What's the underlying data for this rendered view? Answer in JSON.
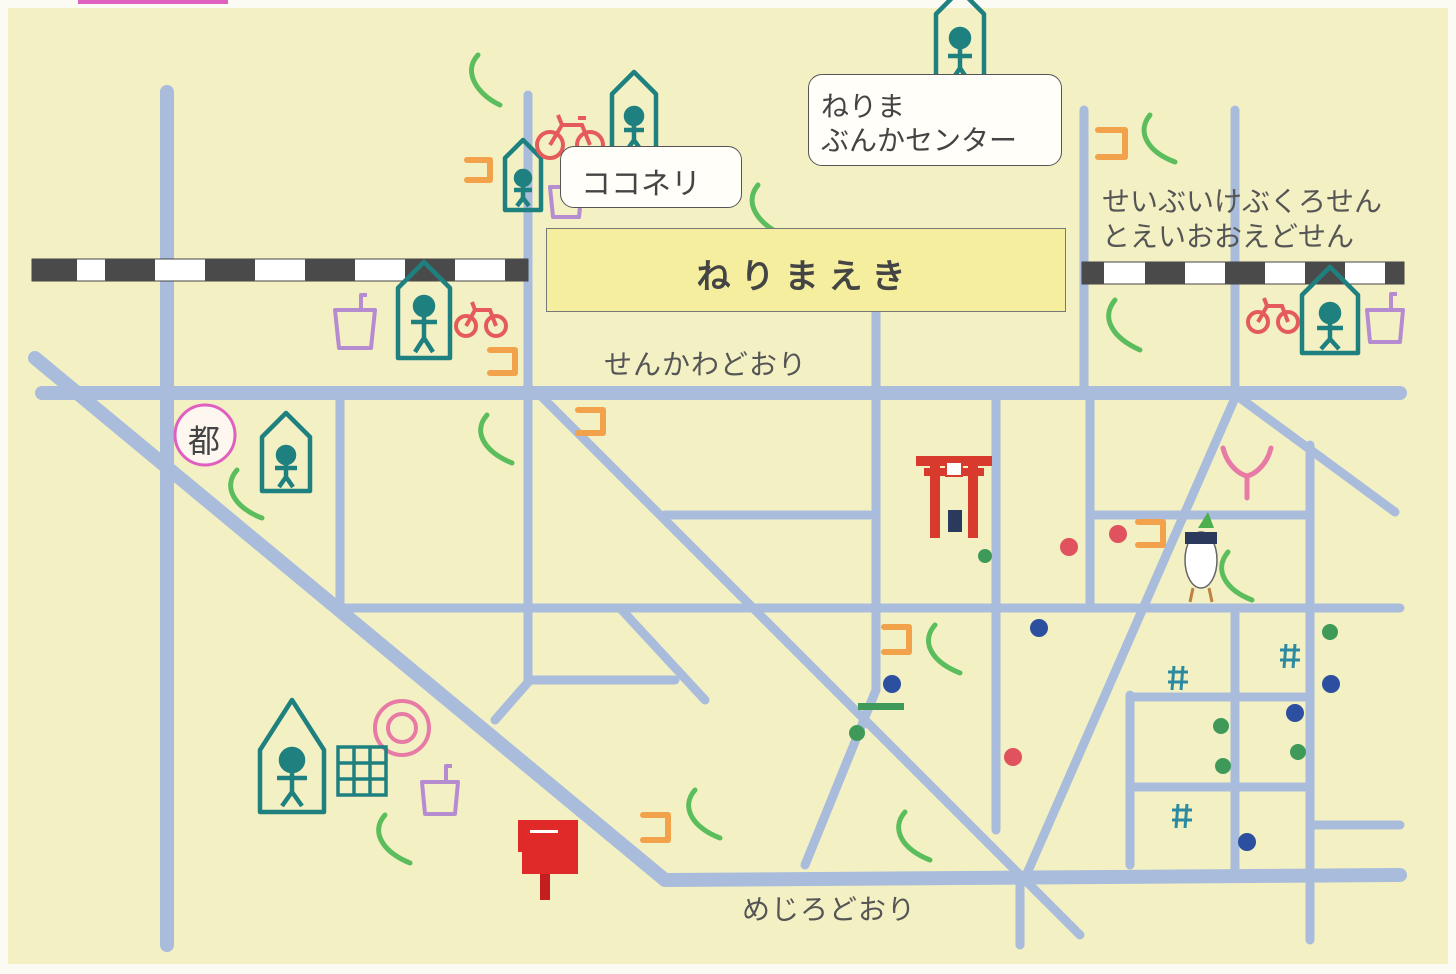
{
  "map": {
    "station_label": "ねりまえき",
    "facilities": {
      "coconeri": "ココネリ",
      "bunka_center_line1": "ねりま",
      "bunka_center_line2": "ぶんかセンター",
      "metro_ward": "都"
    },
    "rail_lines": {
      "line1": "せいぶいけぶくろせん",
      "line2": "とえいおおえどせん"
    },
    "streets": {
      "senkawa": "せんかわどおり",
      "mejiro": "めじろどおり"
    },
    "colors": {
      "background": "#f3f1c4",
      "road": "#a9bcdc",
      "station_fill": "#f4ee9e",
      "public_facility": "#1f8080",
      "phone": "#5cbd5c",
      "convenience_store": "#f2a24a",
      "bicycle": "#e55a5a",
      "trash": "#b48ccf",
      "metro_circle": "#e0609a",
      "shrine": "#d83a2e",
      "post_box": "#e02a2a"
    },
    "icons": [
      "public-facility-icon",
      "phone-icon",
      "convenience-store-icon",
      "bicycle-parking-icon",
      "trash-bin-icon",
      "post-office-icon",
      "shrine-torii-icon",
      "mailbox-icon",
      "school-icon",
      "dot-marker-icon",
      "radish-mascot-icon"
    ]
  }
}
